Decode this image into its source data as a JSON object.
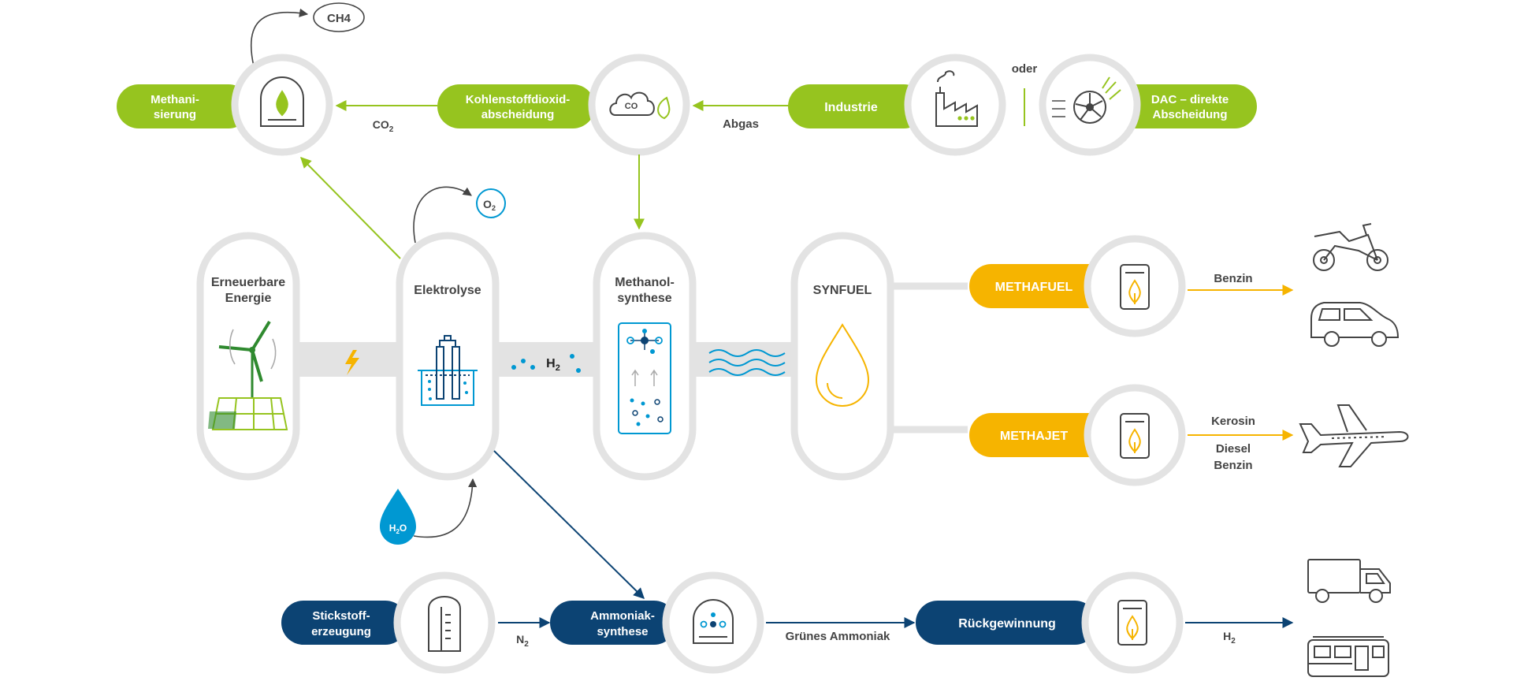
{
  "colors": {
    "green": "#96c41f",
    "yellow": "#f6b400",
    "navy": "#0c4373",
    "cyan": "#0098d2",
    "ring": "#e3e3e3",
    "text": "#4a4a4a"
  },
  "top": {
    "ch4": "CH4",
    "methanisierung": [
      "Methani-",
      "sierung"
    ],
    "co2_label": "CO",
    "co2_sub": "2",
    "kohlenstoff": [
      "Kohlenstoffdioxid-",
      "abscheidung"
    ],
    "co2_icon": "CO",
    "abgas": "Abgas",
    "industrie": "Industrie",
    "oder": "oder",
    "dac": [
      "DAC – direkte",
      "Abscheidung"
    ]
  },
  "middle": {
    "erneuerbare": [
      "Erneuerbare",
      "Energie"
    ],
    "elektrolyse": "Elektrolyse",
    "o2": "O",
    "o2_sub": "2",
    "h2": "H",
    "h2_sub": "2",
    "methanol": [
      "Methanol-",
      "synthese"
    ],
    "synfuel": "SYNFUEL",
    "h2o": "H",
    "h2o_sub": "2",
    "h2o_o": "O"
  },
  "fuels": {
    "methafuel": "METHAFUEL",
    "benzin1": "Benzin",
    "methajet": "METHAJET",
    "kerosin": "Kerosin",
    "diesel": "Diesel",
    "benzin2": "Benzin"
  },
  "bottom": {
    "stickstoff": [
      "Stickstoff-",
      "erzeugung"
    ],
    "n2": "N",
    "n2_sub": "2",
    "ammoniak": [
      "Ammoniak-",
      "synthese"
    ],
    "gruenes": "Grünes Ammoniak",
    "rueck": "Rückgewinnung",
    "h2": "H",
    "h2_sub": "2"
  },
  "icons": {
    "flame": "flame-icon",
    "co2_cloud": "co2-cloud-icon",
    "factory": "factory-icon",
    "fan": "dac-fan-icon",
    "wind_solar": "wind-solar-icon",
    "bolt": "lightning-icon",
    "electrolyzer": "electrolyzer-icon",
    "reactor": "methanol-reactor-icon",
    "waves": "waves-icon",
    "drop": "fuel-drop-icon",
    "pump": "fuel-pump-icon",
    "motorbike": "motorbike-icon",
    "car": "car-icon",
    "plane": "plane-icon",
    "truck": "truck-icon",
    "bus": "bus-icon",
    "tank": "nitrogen-tank-icon",
    "ammonia": "ammonia-reactor-icon"
  }
}
